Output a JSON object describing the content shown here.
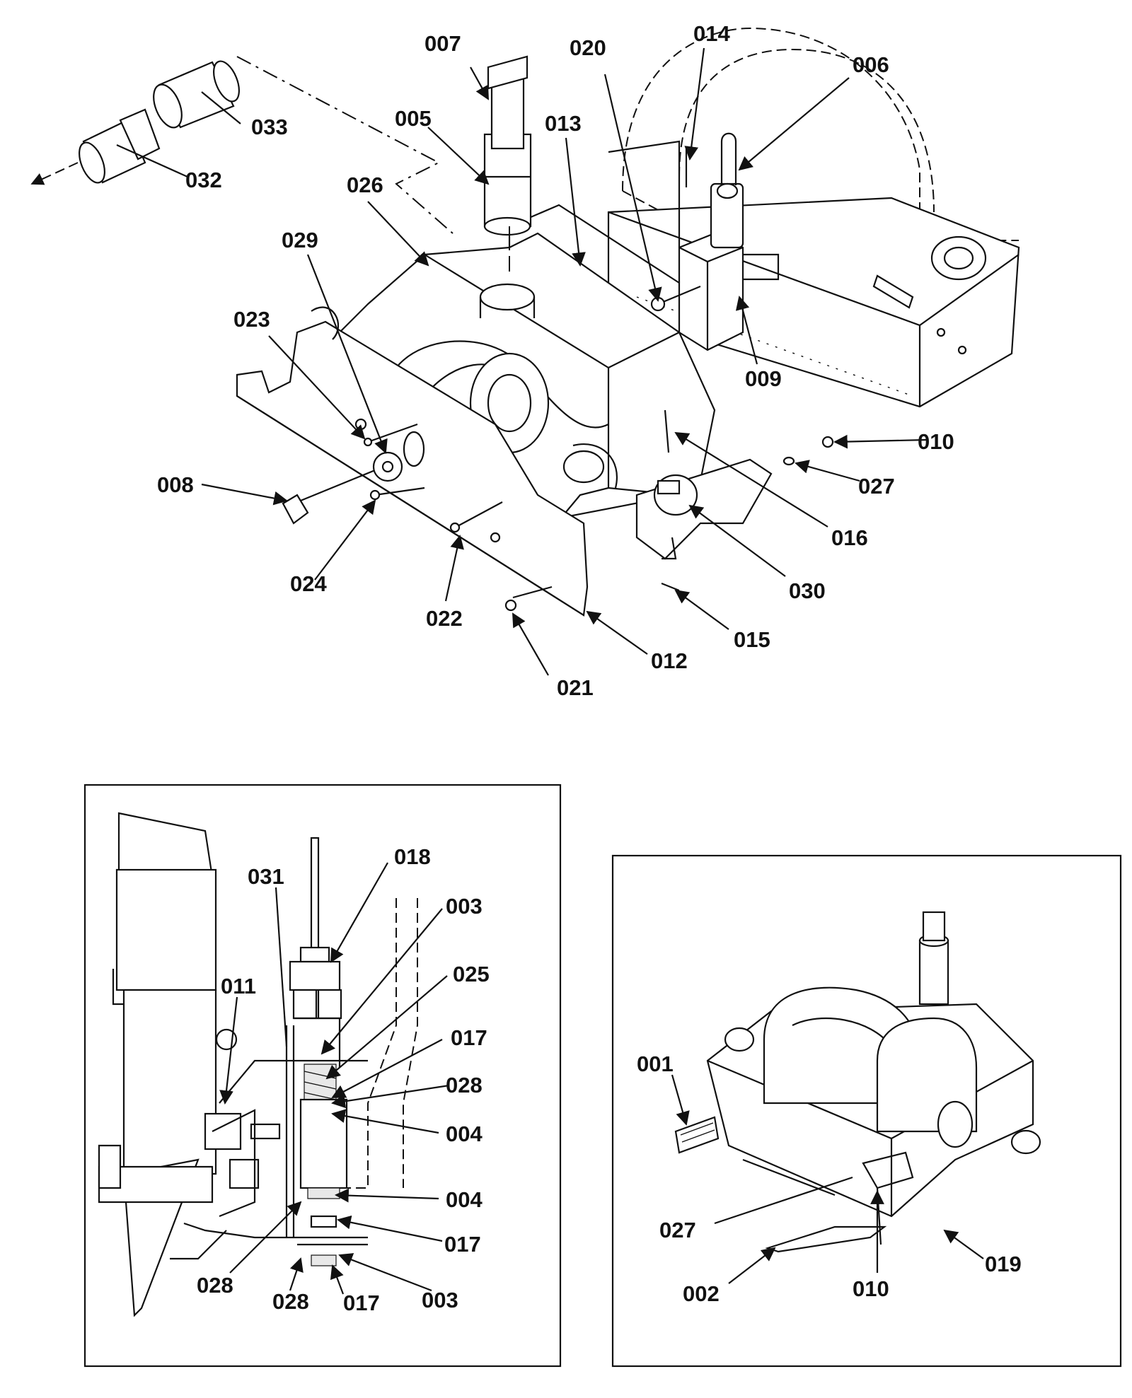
{
  "main_view": {
    "callouts": [
      "007",
      "014",
      "020",
      "006",
      "005",
      "013",
      "033",
      "032",
      "026",
      "029",
      "023",
      "009",
      "010",
      "027",
      "008",
      "016",
      "030",
      "024",
      "022",
      "015",
      "012",
      "021"
    ]
  },
  "detail_left": {
    "callouts": [
      "018",
      "031",
      "003",
      "025",
      "011",
      "017",
      "028",
      "004",
      "004",
      "017",
      "028",
      "028",
      "017",
      "003"
    ]
  },
  "detail_right": {
    "callouts": [
      "001",
      "027",
      "019",
      "002",
      "010"
    ]
  },
  "colors": {
    "ink": "#111111",
    "paper": "#ffffff"
  }
}
